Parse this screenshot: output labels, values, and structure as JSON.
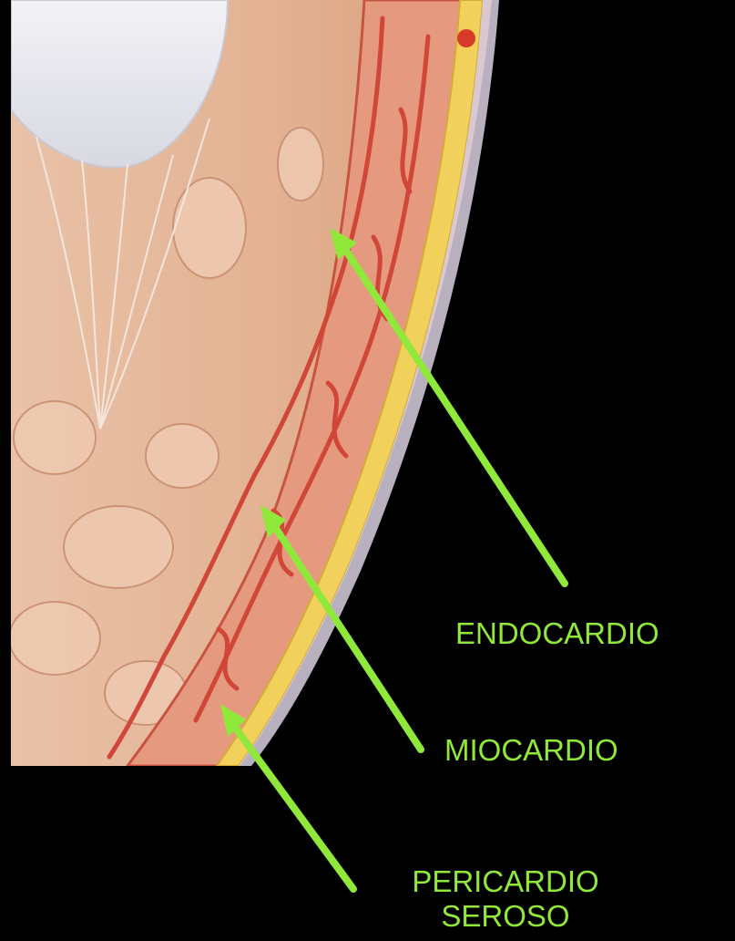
{
  "labels": {
    "endocardio": "ENDOCARDIO",
    "miocardio": "MIOCARDIO",
    "pericardio_line1": "PERICARDIO",
    "pericardio_line2": "SEROSO"
  },
  "colors": {
    "background": "#000000",
    "label": "#8fe83a",
    "arrow": "#8fe83a",
    "tissue": "#e6b89a",
    "myocardium": "#d9604a",
    "epicardium": "#f0cf5a",
    "valve": "#eaeaf0"
  }
}
